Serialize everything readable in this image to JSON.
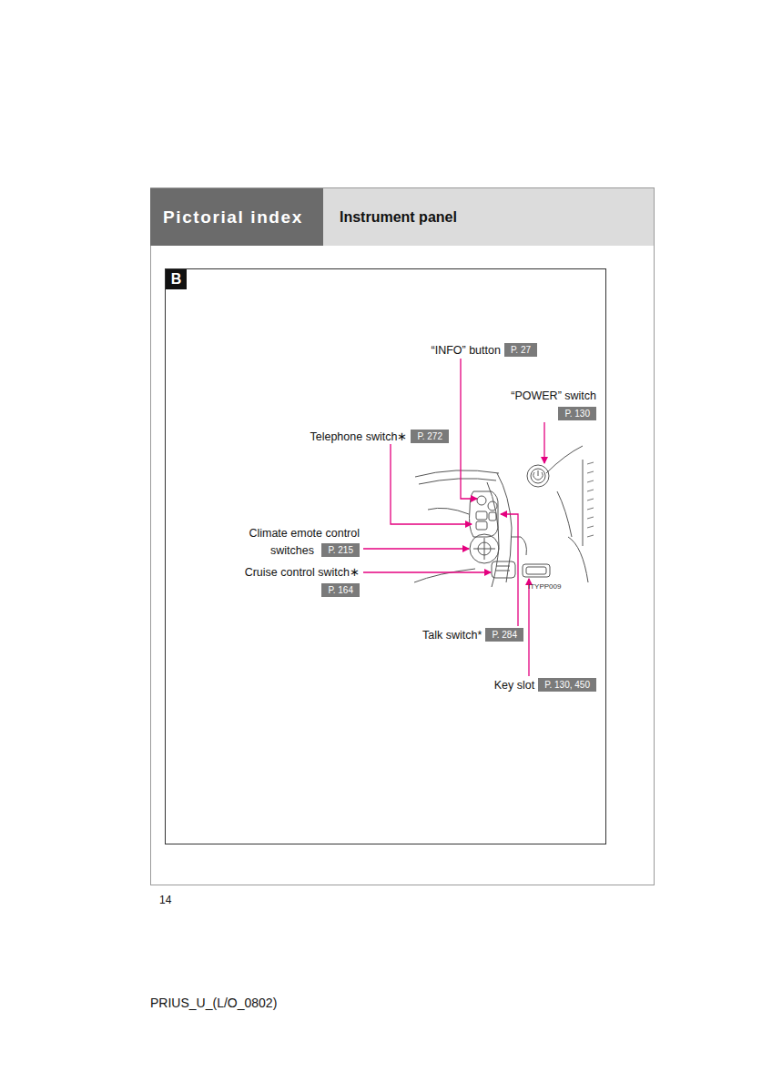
{
  "diagram": {
    "title": "Pictorial index",
    "nodes": [
      {
        "text": [
          "Pictorial index"
        ]
      },
      {
        "text": [
          "Instrument panel"
        ]
      },
      {
        "text": [
          "B"
        ]
      },
      {
        "text": [
          "“INFO” button",
          "P. 27"
        ],
        "in": 2
      },
      {
        "text": [
          "“POWER” switch",
          "P. 130"
        ],
        "in": 2
      },
      {
        "text": [
          "Telephone switch∗",
          "P. 272"
        ],
        "in": 2
      },
      {
        "text": [
          "Climate emote control switches",
          "P. 215"
        ],
        "in": 2
      },
      {
        "text": [
          "Cruise control switch∗",
          "P. 164"
        ],
        "in": 2
      },
      {
        "text": [
          "Talk switch*",
          "P. 284"
        ],
        "in": 2
      },
      {
        "text": [
          "Key slot",
          "P. 130, 450"
        ],
        "in": 2
      }
    ],
    "labels": [
      "ITYPP009",
      "14",
      "PRIUS_U_(L/O_0802)"
    ]
  }
}
